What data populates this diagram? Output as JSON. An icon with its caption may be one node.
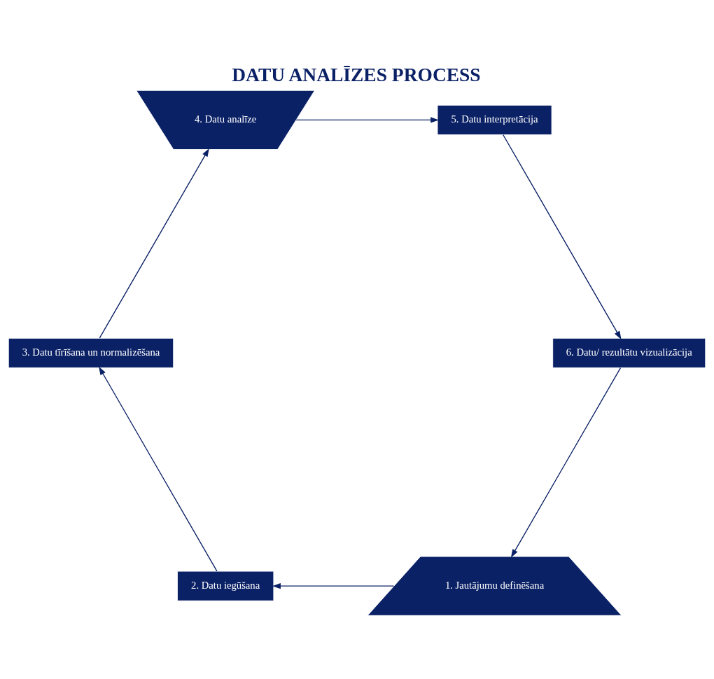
{
  "diagram": {
    "title": "DATU ANALĪZES PROCESS",
    "nodes": [
      {
        "text": [
          "1. Jautājumu definēšana"
        ]
      },
      {
        "text": [
          "2. Datu iegūšana"
        ]
      },
      {
        "text": [
          "3. Datu tīrīšana un normalizēšana"
        ]
      },
      {
        "text": [
          "4. Datu analīze"
        ]
      },
      {
        "text": [
          "5. Datu interpretācija"
        ]
      },
      {
        "text": [
          "6. Datu/ rezultātu vizualizācija"
        ]
      }
    ],
    "edges": [
      {
        "from": 0,
        "to": 1,
        "arrow": "to"
      },
      {
        "from": 1,
        "to": 2,
        "arrow": "to"
      },
      {
        "from": 2,
        "to": 3,
        "arrow": "to"
      },
      {
        "from": 3,
        "to": 4,
        "arrow": "to"
      },
      {
        "from": 4,
        "to": 5,
        "arrow": "to"
      },
      {
        "from": 5,
        "to": 0,
        "arrow": "to"
      }
    ]
  }
}
